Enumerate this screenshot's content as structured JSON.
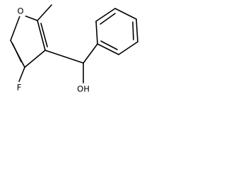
{
  "molecule": {
    "atoms": {
      "O_ring": "O",
      "F": "F",
      "OH": "OH"
    }
  },
  "colors": {
    "bond": "#000000",
    "background": "#ffffff"
  }
}
